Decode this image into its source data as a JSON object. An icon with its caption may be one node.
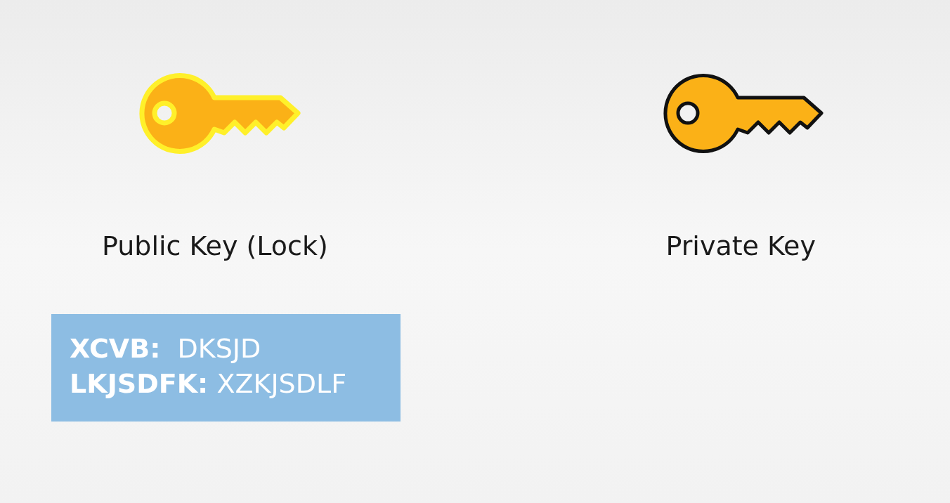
{
  "diagram": {
    "nodes": [
      {
        "text": [
          "**XCVB:**  DKSJD",
          "**LKJSDFK:** XZKJSDLF"
        ]
      }
    ],
    "edges": [],
    "labels": [
      "Public Key (Lock)",
      "Private Key"
    ]
  }
}
